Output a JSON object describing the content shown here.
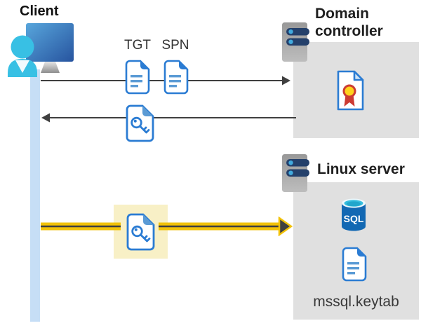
{
  "labels": {
    "client": "Client",
    "domain_controller": "Domain controller",
    "linux_server": "Linux server",
    "tgt": "TGT",
    "spn": "SPN",
    "keytab_file": "mssql.keytab",
    "sql_logo": "SQL"
  },
  "icons": {
    "client": "person-at-monitor-icon",
    "domain_controller": "server-icon",
    "linux_server": "server-icon",
    "tgt": "document-icon",
    "spn": "document-icon",
    "service_ticket": "key-document-icon",
    "certificate": "certificate-icon",
    "database": "sql-database-icon",
    "keytab": "document-icon"
  },
  "colors": {
    "doc_border_blue": "#2b7cd3",
    "doc_lines_blue": "#5b9bd5",
    "lifeline_blue": "#c6def6",
    "box_gray": "#e0e0e0",
    "highlight_yellow": "#f8f0c6",
    "arrow_yellow": "#f2c208",
    "arrow_dark": "#3f3f3f",
    "server_navy": "#24406b",
    "server_dot_cyan": "#41aade",
    "person_cyan": "#38c0e4",
    "sql_blue": "#1268b3",
    "cert_red": "#cc3b33",
    "cert_gold": "#ffd21c"
  }
}
